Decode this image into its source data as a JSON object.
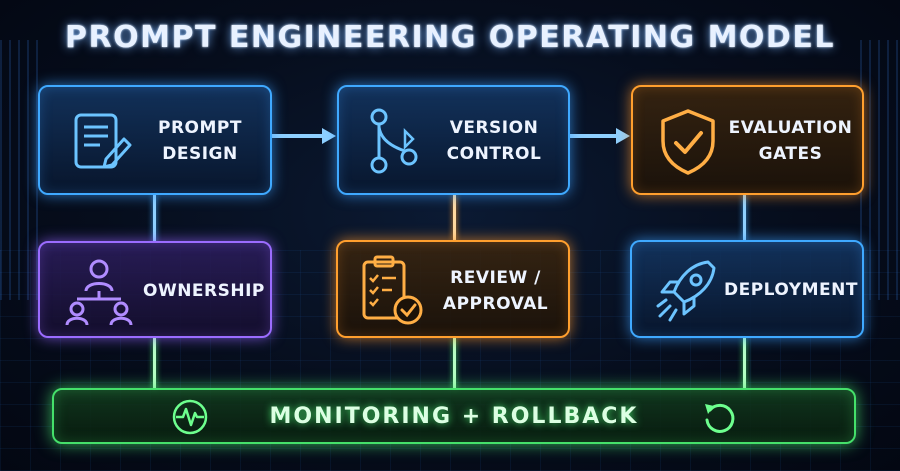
{
  "title": "PROMPT ENGINEERING OPERATING MODEL",
  "colors": {
    "blue": "#3fa9ff",
    "orange": "#ff9f2e",
    "purple": "#9b6cff",
    "green": "#45e06a",
    "background": "#060d1c"
  },
  "nodes": {
    "prompt_design": {
      "label": "PROMPT\nDESIGN",
      "icon": "document-edit-icon"
    },
    "version_control": {
      "label": "VERSION\nCONTROL",
      "icon": "git-branch-icon"
    },
    "evaluation_gates": {
      "label": "EVALUATION\nGATES",
      "icon": "shield-check-icon"
    },
    "ownership": {
      "label": "OWNERSHIP",
      "icon": "org-chart-icon"
    },
    "review_approval": {
      "label": "REVIEW /\nAPPROVAL",
      "icon": "checklist-icon"
    },
    "deployment": {
      "label": "DEPLOYMENT",
      "icon": "rocket-icon"
    }
  },
  "monitoring": {
    "label": "MONITORING + ROLLBACK",
    "left_icon": "heartbeat-icon",
    "right_icon": "rollback-icon"
  }
}
